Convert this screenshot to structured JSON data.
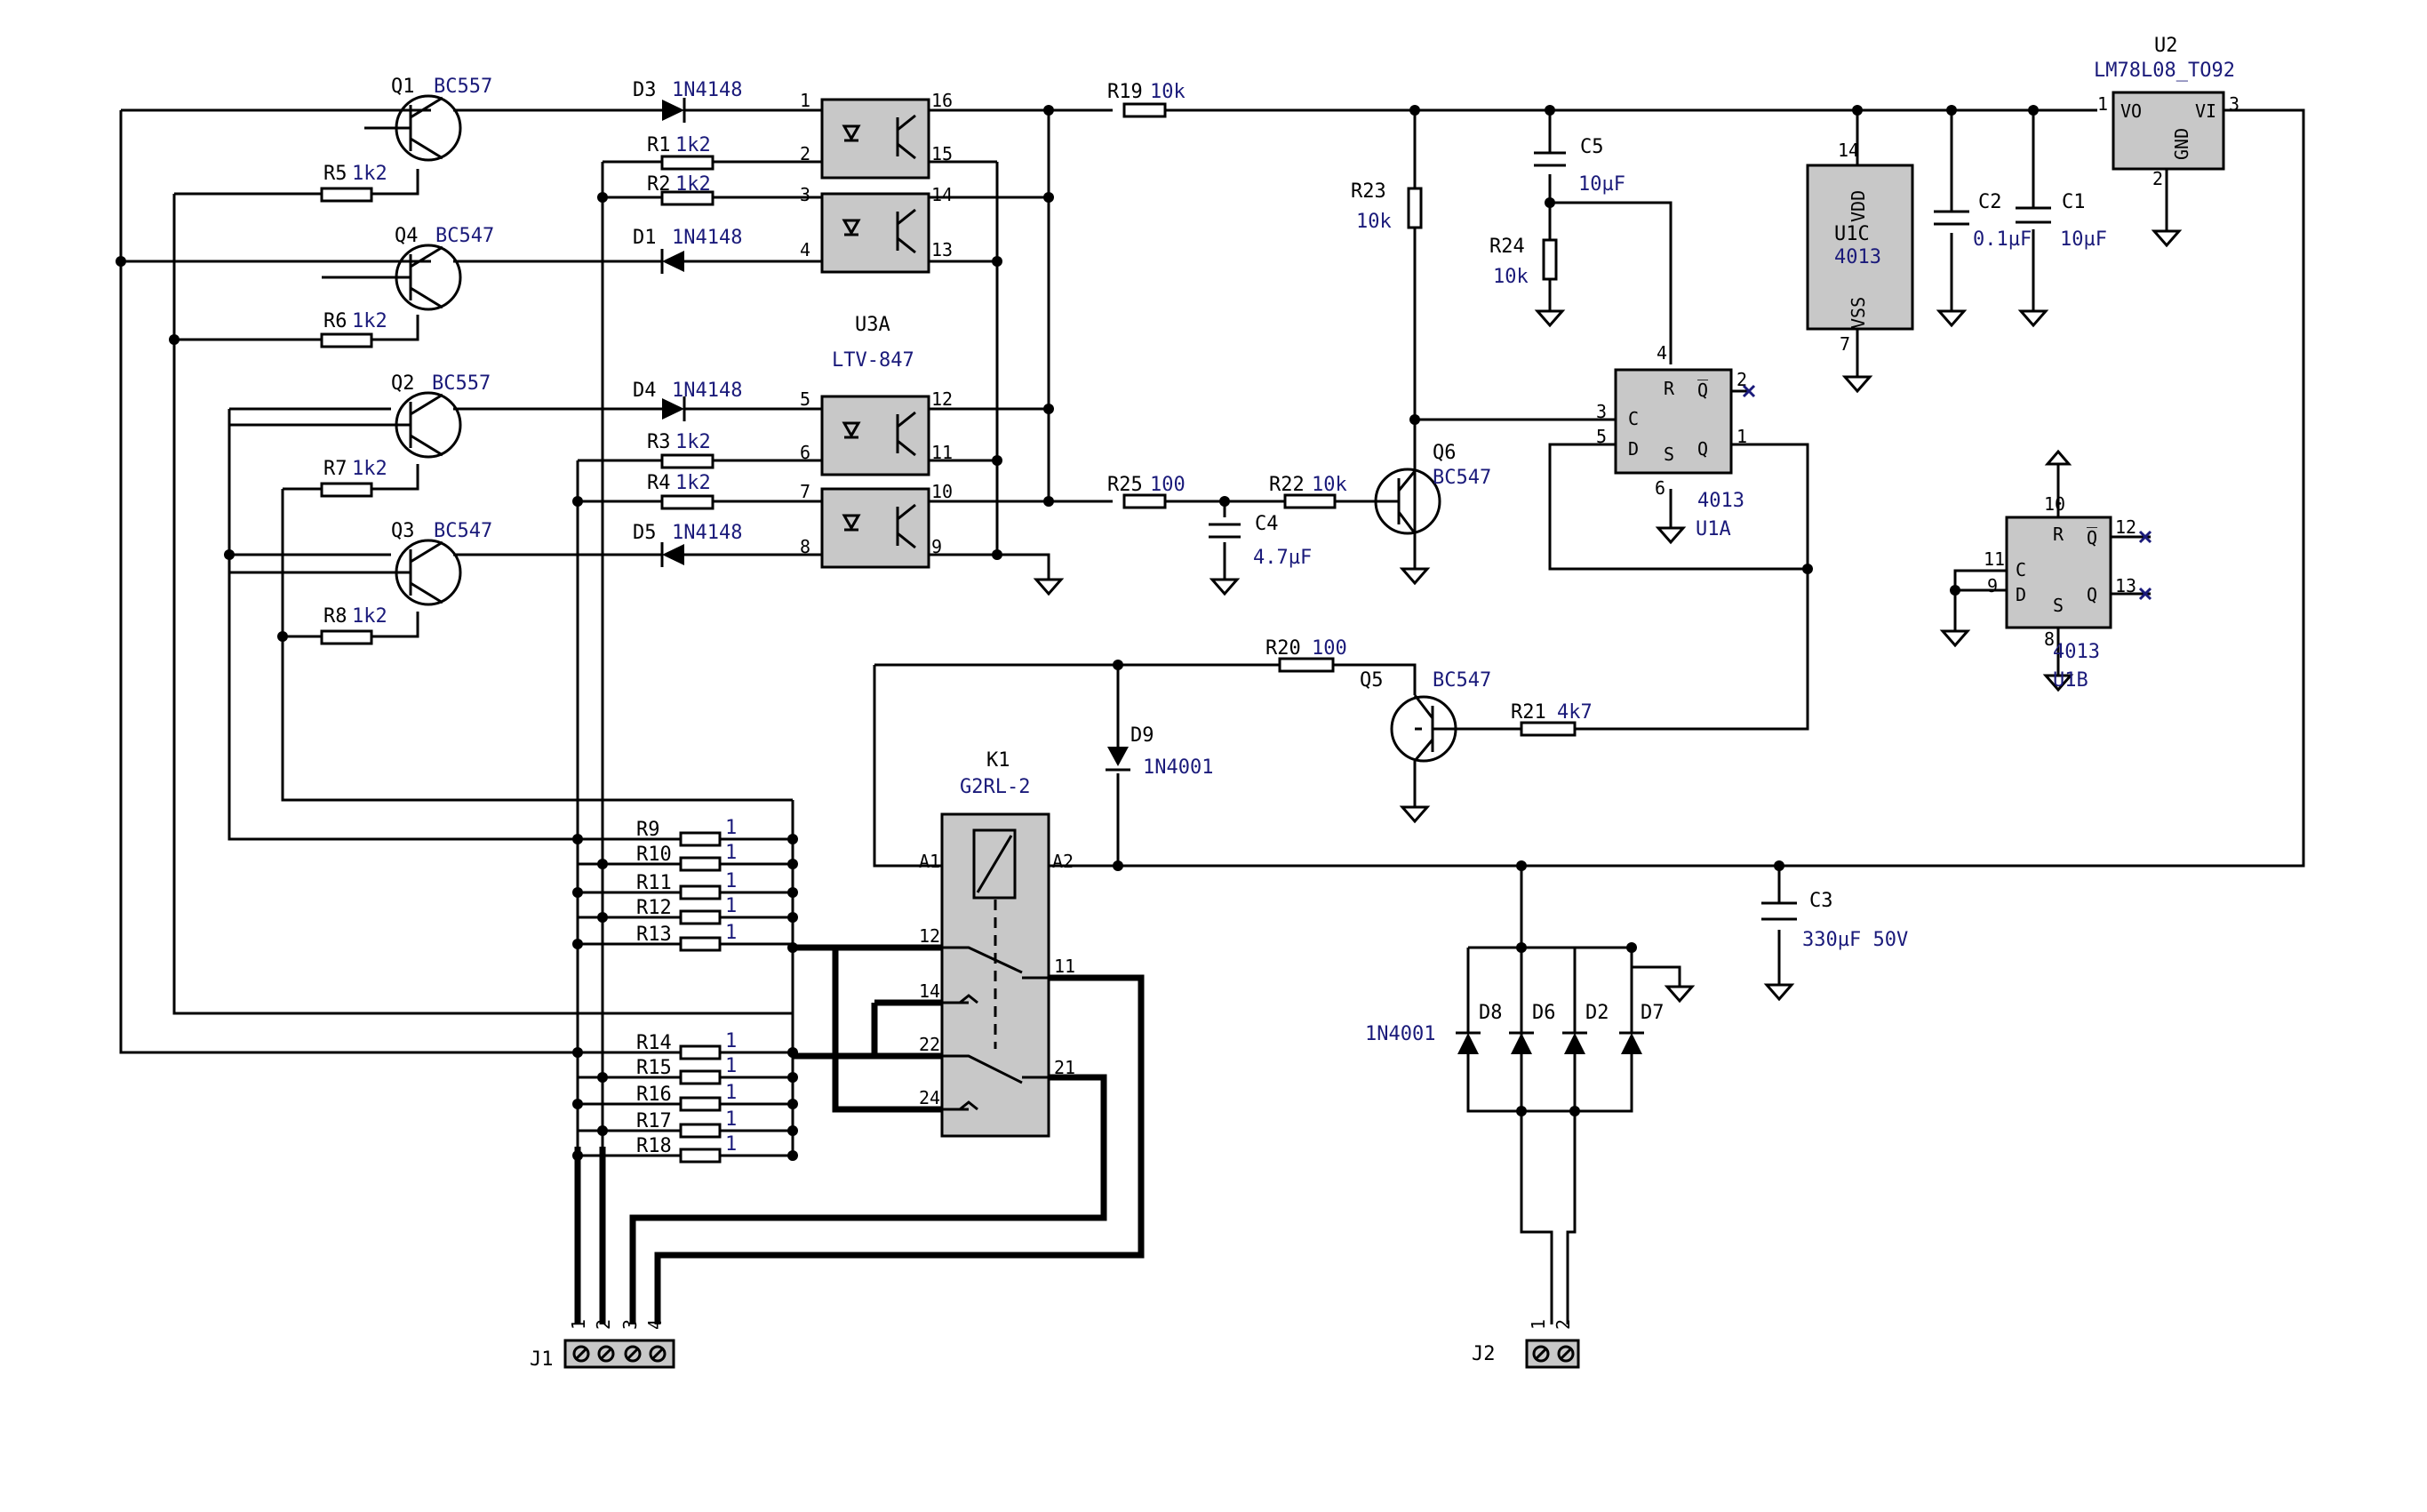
{
  "title": "",
  "components": {
    "Q1": {
      "ref": "Q1",
      "value": "BC557"
    },
    "Q2": {
      "ref": "Q2",
      "value": "BC557"
    },
    "Q3": {
      "ref": "Q3",
      "value": "BC547"
    },
    "Q4": {
      "ref": "Q4",
      "value": "BC547"
    },
    "Q5": {
      "ref": "Q5",
      "value": "BC547"
    },
    "Q6": {
      "ref": "Q6",
      "value": "BC547"
    },
    "D1": {
      "ref": "D1",
      "value": "1N4148"
    },
    "D3": {
      "ref": "D3",
      "value": "1N4148"
    },
    "D4": {
      "ref": "D4",
      "value": "1N4148"
    },
    "D5": {
      "ref": "D5",
      "value": "1N4148"
    },
    "D9": {
      "ref": "D9",
      "value": "1N4001"
    },
    "Dbridge": {
      "d8": "D8",
      "d6": "D6",
      "d2": "D2",
      "d7": "D7",
      "value": "1N4001"
    },
    "R1": {
      "ref": "R1",
      "value": "1k2"
    },
    "R2": {
      "ref": "R2",
      "value": "1k2"
    },
    "R3": {
      "ref": "R3",
      "value": "1k2"
    },
    "R4": {
      "ref": "R4",
      "value": "1k2"
    },
    "R5": {
      "ref": "R5",
      "value": "1k2"
    },
    "R6": {
      "ref": "R6",
      "value": "1k2"
    },
    "R7": {
      "ref": "R7",
      "value": "1k2"
    },
    "R8": {
      "ref": "R8",
      "value": "1k2"
    },
    "R9": {
      "ref": "R9",
      "value": "1"
    },
    "R10": {
      "ref": "R10",
      "value": "1"
    },
    "R11": {
      "ref": "R11",
      "value": "1"
    },
    "R12": {
      "ref": "R12",
      "value": "1"
    },
    "R13": {
      "ref": "R13",
      "value": "1"
    },
    "R14": {
      "ref": "R14",
      "value": "1"
    },
    "R15": {
      "ref": "R15",
      "value": "1"
    },
    "R16": {
      "ref": "R16",
      "value": "1"
    },
    "R17": {
      "ref": "R17",
      "value": "1"
    },
    "R18": {
      "ref": "R18",
      "value": "1"
    },
    "R19": {
      "ref": "R19",
      "value": "10k"
    },
    "R20": {
      "ref": "R20",
      "value": "100"
    },
    "R21": {
      "ref": "R21",
      "value": "4k7"
    },
    "R22": {
      "ref": "R22",
      "value": "10k"
    },
    "R23": {
      "ref": "R23",
      "value": "10k"
    },
    "R24": {
      "ref": "R24",
      "value": "10k"
    },
    "R25": {
      "ref": "R25",
      "value": "100"
    },
    "C1": {
      "ref": "C1",
      "value": "10µF"
    },
    "C2": {
      "ref": "C2",
      "value": "0.1µF"
    },
    "C3": {
      "ref": "C3",
      "value": "330µF 50V"
    },
    "C4": {
      "ref": "C4",
      "value": "4.7µF"
    },
    "C5": {
      "ref": "C5",
      "value": "10µF"
    },
    "U3A": {
      "ref": "U3A",
      "value": "LTV-847"
    },
    "U1A": {
      "ref": "U1A",
      "value": "4013"
    },
    "U1B": {
      "ref": "U1B",
      "value": "4013"
    },
    "U1C": {
      "ref": "U1C",
      "value": "4013",
      "vdd": "VDD",
      "vss": "VSS"
    },
    "U2": {
      "ref": "U2",
      "value": "LM78L08_TO92",
      "vo": "VO",
      "vi": "VI",
      "gnd": "GND"
    },
    "K1": {
      "ref": "K1",
      "value": "G2RL-2"
    },
    "J1": {
      "ref": "J1"
    },
    "J2": {
      "ref": "J2"
    }
  },
  "pins": {
    "opto": [
      "1",
      "2",
      "3",
      "4",
      "5",
      "6",
      "7",
      "8",
      "16",
      "15",
      "14",
      "13",
      "12",
      "11",
      "10",
      "9"
    ],
    "relay": [
      "A1",
      "A2",
      "12",
      "14",
      "22",
      "24",
      "11",
      "21"
    ],
    "ff": [
      "C",
      "D",
      "R",
      "S",
      "Q",
      "Q̅"
    ],
    "u1a_nums": [
      "3",
      "5",
      "4",
      "6",
      "1",
      "2"
    ],
    "u1b_nums": [
      "11",
      "9",
      "10",
      "8",
      "13",
      "12"
    ],
    "u1c_nums": [
      "14",
      "7"
    ],
    "u2_nums": [
      "1",
      "3",
      "2"
    ],
    "j1": [
      "1",
      "2",
      "3",
      "4"
    ],
    "j2": [
      "1",
      "2"
    ]
  }
}
